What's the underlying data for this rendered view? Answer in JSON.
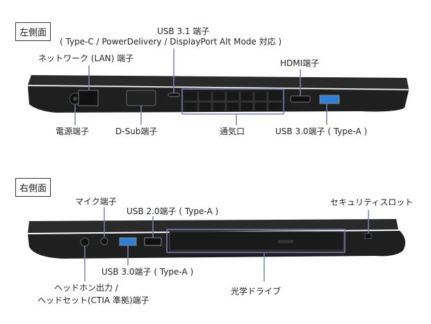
{
  "left_side": {
    "title": "左側面",
    "labels": {
      "usb_c_line1": "USB 3.1 端子",
      "usb_c_line2": "( Type-C / PowerDelivery / DisplayPort Alt Mode 対応 )",
      "lan": "ネットワーク (LAN) 端子",
      "hdmi": "HDMI端子",
      "power": "電源端子",
      "dsub": "D-Sub端子",
      "vent": "通気口",
      "usb3": "USB 3.0端子 ( Type-A )"
    }
  },
  "right_side": {
    "title": "右側面",
    "labels": {
      "mic": "マイク端子",
      "usb2": "USB 2.0端子 ( Type-A )",
      "security": "セキュリティスロット",
      "usb3": "USB 3.0端子 ( Type-A )",
      "headphone_line1": "ヘッドホン出力 /",
      "headphone_line2": "ヘッドセット(CTIA 準拠)端子",
      "optical": "光学ドライブ"
    }
  },
  "colors": {
    "leader": "#7a80b8",
    "usb3_blue": "#2f7fd6",
    "body": "#262626"
  }
}
